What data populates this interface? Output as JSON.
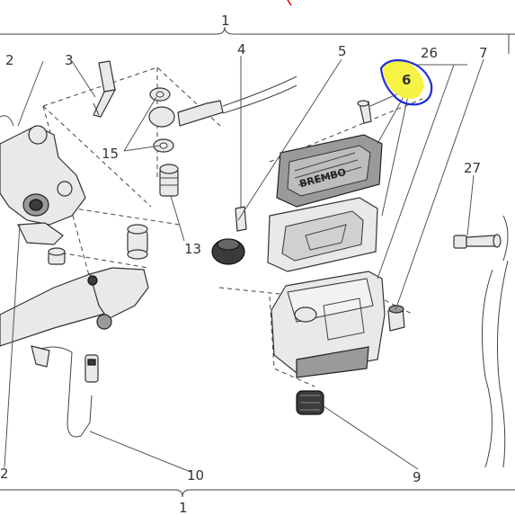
{
  "callouts": {
    "top_group": "1",
    "bottom_group": "1",
    "left_top": "2",
    "left_bottom": "2",
    "screw": "3",
    "bleeder": "4",
    "seal": "5",
    "cap_screw": "6",
    "reservoir_assembly": "7",
    "boot": "9",
    "switch": "10",
    "pivot_nut": "13",
    "washer": "15",
    "cover_group": "26",
    "bolt": "27"
  },
  "reservoir_cap_text": "BREMBO",
  "highlight": {
    "fill_color": "#f6f23a",
    "circle_color": "#1f2fd6"
  }
}
